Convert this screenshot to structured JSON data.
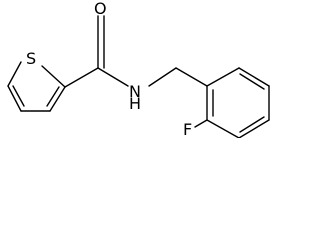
{
  "molecule": {
    "atoms": {
      "sulfur": "S",
      "oxygen": "O",
      "amide_nitrogen": "N",
      "amide_hydrogen": "H",
      "fluorine": "F"
    },
    "colors": {
      "bond": "#000000",
      "label": "#000000",
      "background": "#ffffff"
    }
  }
}
